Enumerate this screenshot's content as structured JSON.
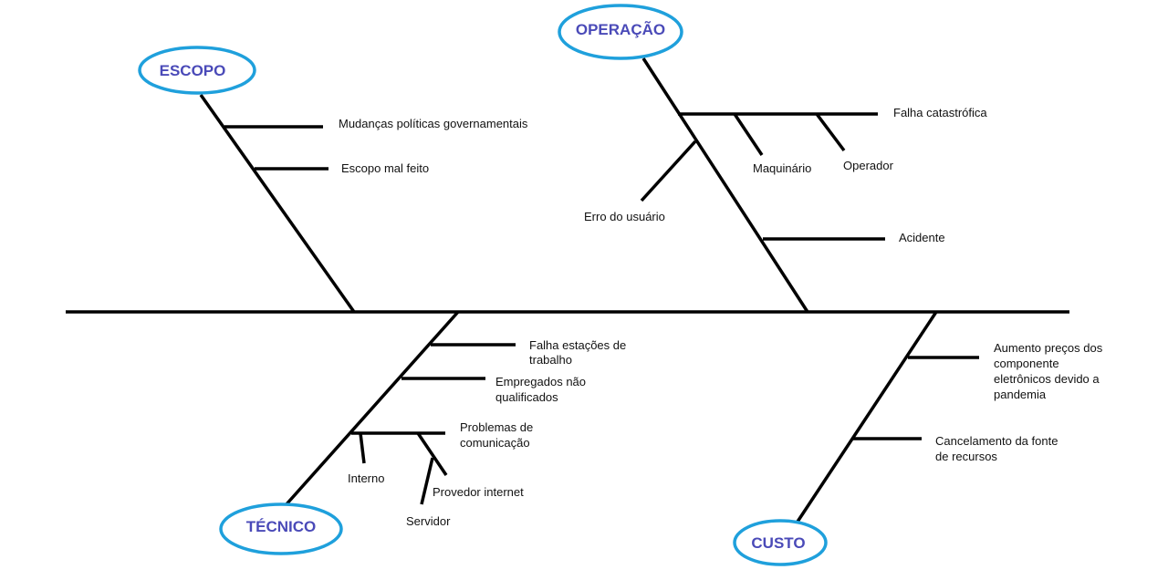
{
  "categories": {
    "escopo": "ESCOPO",
    "operacao": "OPERAÇÃO",
    "tecnico": "TÉCNICO",
    "custo": "CUSTO"
  },
  "causes": {
    "mudancas": "Mudanças políticas governamentais",
    "escopo_mal_feito": "Escopo mal feito",
    "falha_catastrofica": "Falha catastrófica",
    "maquinario": "Maquinário",
    "operador": "Operador",
    "erro_usuario": "Erro do usuário",
    "acidente": "Acidente",
    "falha_estacoes": [
      "Falha estações de",
      "trabalho"
    ],
    "empregados": [
      "Empregados não",
      "qualificados"
    ],
    "problemas_comunicacao": [
      "Problemas de",
      "comunicação"
    ],
    "interno": "Interno",
    "provedor_internet": "Provedor internet",
    "servidor": "Servidor",
    "aumento_precos": [
      "Aumento preços dos",
      "componente",
      "eletrônicos devido a",
      "pandemia"
    ],
    "cancelamento": [
      "Cancelamento da fonte",
      "de recursos"
    ]
  },
  "colors": {
    "ellipse_stroke": "#1fa0dc",
    "category_text": "#4a4ab8",
    "lines": "#000000"
  }
}
